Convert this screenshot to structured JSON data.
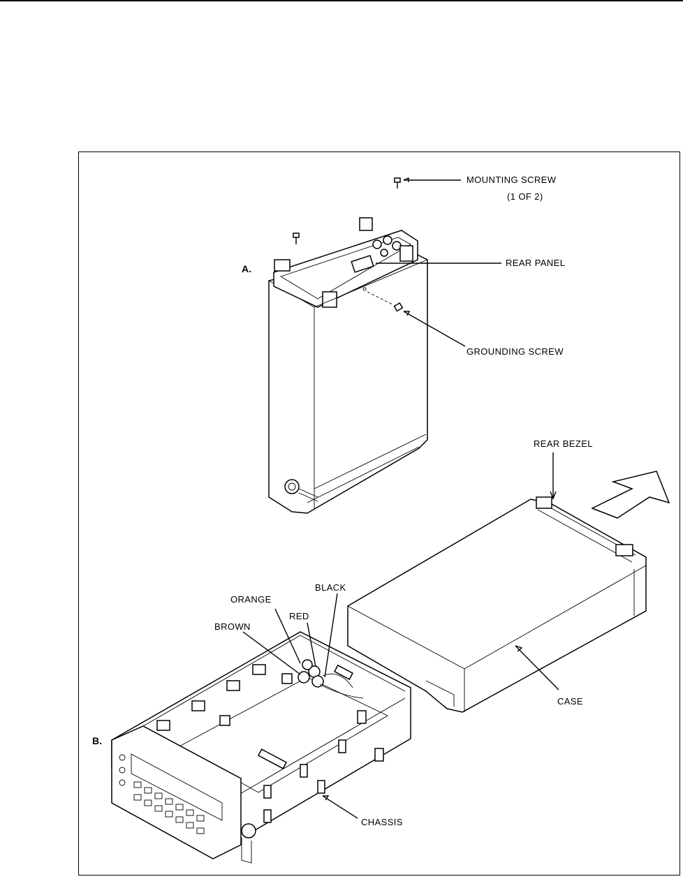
{
  "figure": {
    "panel_a": "A.",
    "panel_b": "B.",
    "labels": {
      "mounting_screw": "MOUNTING SCREW",
      "mounting_screw_count": "(1 OF 2)",
      "rear_panel": "REAR PANEL",
      "grounding_screw": "GROUNDING  SCREW",
      "rear_bezel": "REAR BEZEL",
      "orange": "ORANGE",
      "red": "RED",
      "black": "BLACK",
      "brown": "BROWN",
      "case": "CASE",
      "chassis": "CHASSIS"
    }
  }
}
